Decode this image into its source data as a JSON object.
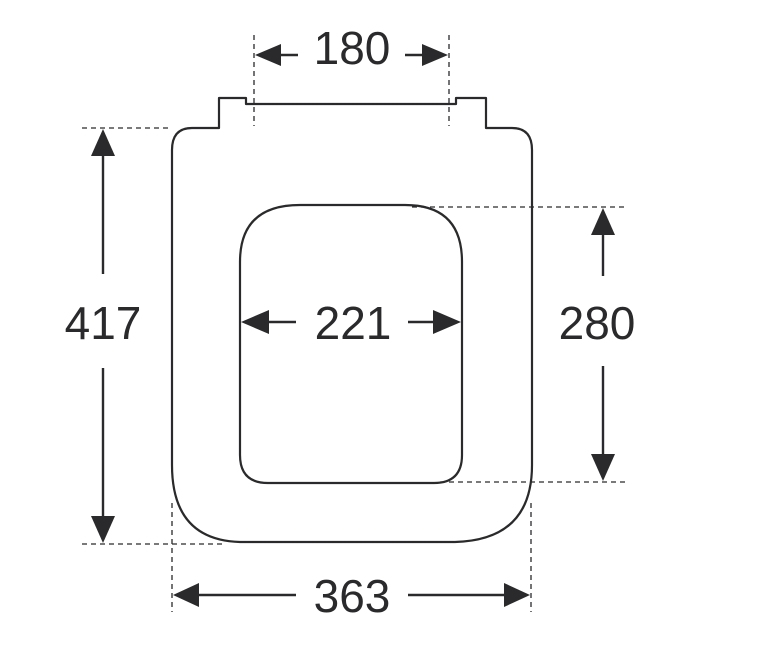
{
  "dimensions": {
    "top_width": "180",
    "inner_width": "221",
    "total_height": "417",
    "inner_height": "280",
    "total_width": "363"
  }
}
